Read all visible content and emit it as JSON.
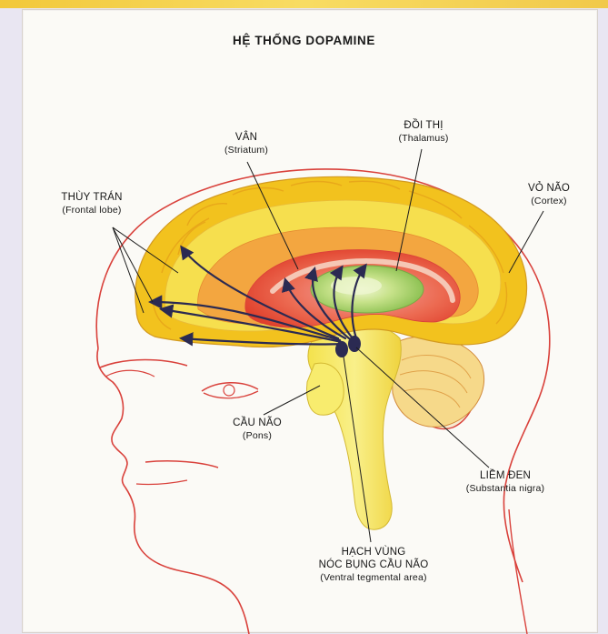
{
  "title": "HỆ THỐNG DOPAMINE",
  "labels": {
    "striatum": {
      "vi": "VÂN",
      "en": "(Striatum)"
    },
    "thalamus": {
      "vi": "ĐỒI THỊ",
      "en": "(Thalamus)"
    },
    "frontal": {
      "vi": "THÙY TRÁN",
      "en": "(Frontal lobe)"
    },
    "cortex": {
      "vi": "VỎ NÃO",
      "en": "(Cortex)"
    },
    "pons": {
      "vi": "CẦU NÃO",
      "en": "(Pons)"
    },
    "substantia": {
      "vi": "LIỀM ĐEN",
      "en": "(Substantia nigra)"
    },
    "vta": {
      "vi1": "HẠCH VÙNG",
      "vi2": "NÓC BỤNG CẦU NÃO",
      "en": "(Ventral tegmental area)"
    }
  },
  "colors": {
    "cortex_outer": "#f2c21e",
    "cortex_inner": "#f6df4e",
    "white_matter": "#f3a640",
    "limbic": "#e4572c",
    "thalamus": "#a6d163",
    "brainstem": "#f6ea5a",
    "outline": "#d9413b",
    "pathway": "#2b2a52"
  }
}
